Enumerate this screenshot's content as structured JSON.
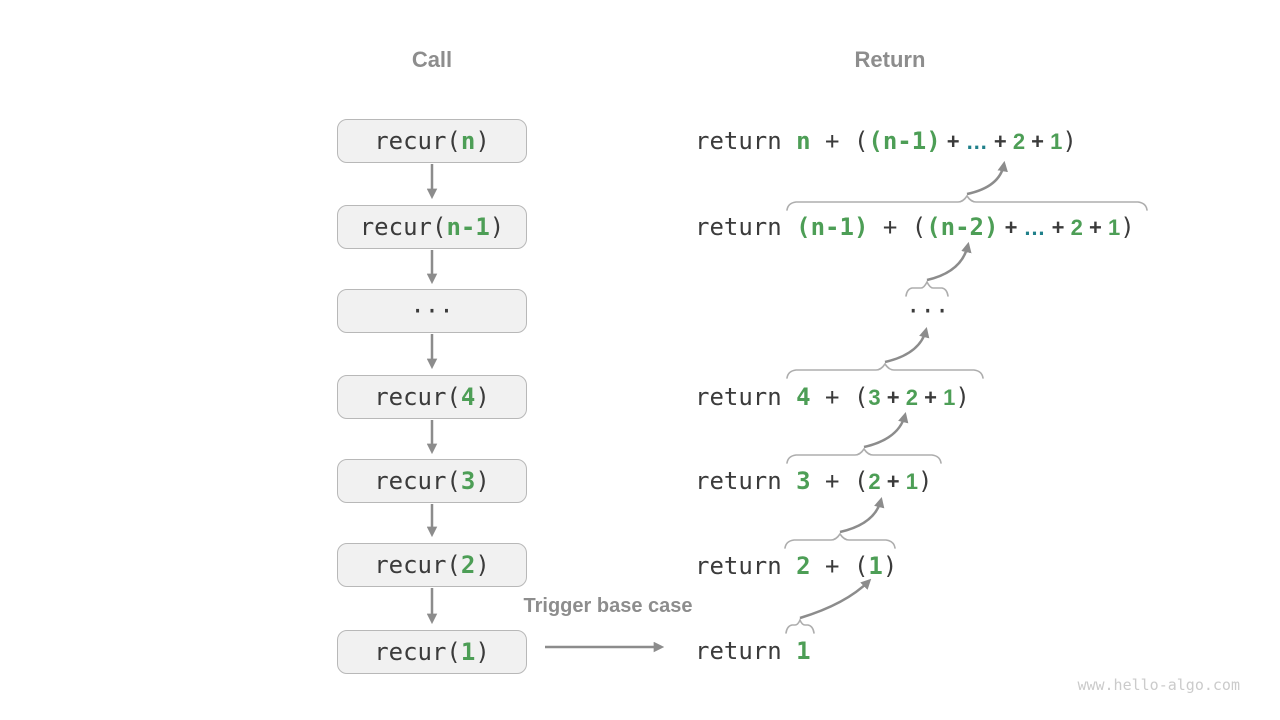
{
  "diagram": {
    "headers": {
      "call": "Call",
      "return": "Return"
    },
    "trigger_label": "Trigger base case",
    "watermark": "www.hello-algo.com",
    "colors": {
      "dark": "#3b3b3b",
      "green": "#4d9e56",
      "teal": "#20808a",
      "gray": "#8d8d8d",
      "arrow": "#8c8c8c",
      "brace": "#adadad",
      "boxfill": "#f1f1f1",
      "boxborder": "#b8b8b8",
      "wm": "#cbcbcb"
    },
    "rows": [
      {
        "name": "recur-n",
        "call": [
          {
            "t": "recur(",
            "c": "dark"
          },
          {
            "t": "n",
            "c": "green"
          },
          {
            "t": ")",
            "c": "dark"
          }
        ],
        "ret": [
          {
            "t": "return ",
            "c": "dark"
          },
          {
            "t": "n",
            "c": "green"
          },
          {
            "t": " + (",
            "c": "dark"
          },
          {
            "t": "(n-1)",
            "c": "green"
          },
          {
            "t": " + ",
            "c": "dark",
            "f": "t"
          },
          {
            "t": "…",
            "c": "teal",
            "f": "t"
          },
          {
            "t": " + ",
            "c": "dark",
            "f": "t"
          },
          {
            "t": "2",
            "c": "green",
            "f": "t"
          },
          {
            "t": " + ",
            "c": "dark",
            "f": "t"
          },
          {
            "t": "1",
            "c": "green",
            "f": "t"
          },
          {
            "t": ")",
            "c": "dark"
          }
        ]
      },
      {
        "name": "recur-n-1",
        "call": [
          {
            "t": "recur(",
            "c": "dark"
          },
          {
            "t": "n-1",
            "c": "green"
          },
          {
            "t": ")",
            "c": "dark"
          }
        ],
        "ret": [
          {
            "t": "return ",
            "c": "dark"
          },
          {
            "t": "(n-1)",
            "c": "green"
          },
          {
            "t": " + (",
            "c": "dark"
          },
          {
            "t": "(n-2)",
            "c": "green"
          },
          {
            "t": " + ",
            "c": "dark",
            "f": "t"
          },
          {
            "t": "…",
            "c": "teal",
            "f": "t"
          },
          {
            "t": " + ",
            "c": "dark",
            "f": "t"
          },
          {
            "t": "2",
            "c": "green",
            "f": "t"
          },
          {
            "t": " + ",
            "c": "dark",
            "f": "t"
          },
          {
            "t": "1",
            "c": "green",
            "f": "t"
          },
          {
            "t": ")",
            "c": "dark"
          }
        ]
      },
      {
        "name": "ellipsis",
        "call": [
          {
            "t": "···",
            "c": "dark"
          }
        ],
        "ret": [
          {
            "t": "···",
            "c": "dark"
          }
        ]
      },
      {
        "name": "recur-4",
        "call": [
          {
            "t": "recur(",
            "c": "dark"
          },
          {
            "t": "4",
            "c": "green"
          },
          {
            "t": ")",
            "c": "dark"
          }
        ],
        "ret": [
          {
            "t": "return ",
            "c": "dark"
          },
          {
            "t": "4",
            "c": "green"
          },
          {
            "t": " + (",
            "c": "dark"
          },
          {
            "t": "3",
            "c": "green",
            "f": "t"
          },
          {
            "t": " + ",
            "c": "dark",
            "f": "t"
          },
          {
            "t": "2",
            "c": "green",
            "f": "t"
          },
          {
            "t": " + ",
            "c": "dark",
            "f": "t"
          },
          {
            "t": "1",
            "c": "green",
            "f": "t"
          },
          {
            "t": ")",
            "c": "dark"
          }
        ]
      },
      {
        "name": "recur-3",
        "call": [
          {
            "t": "recur(",
            "c": "dark"
          },
          {
            "t": "3",
            "c": "green"
          },
          {
            "t": ")",
            "c": "dark"
          }
        ],
        "ret": [
          {
            "t": "return ",
            "c": "dark"
          },
          {
            "t": "3",
            "c": "green"
          },
          {
            "t": " + (",
            "c": "dark"
          },
          {
            "t": "2",
            "c": "green",
            "f": "t"
          },
          {
            "t": " + ",
            "c": "dark",
            "f": "t"
          },
          {
            "t": "1",
            "c": "green",
            "f": "t"
          },
          {
            "t": ")",
            "c": "dark"
          }
        ]
      },
      {
        "name": "recur-2",
        "call": [
          {
            "t": "recur(",
            "c": "dark"
          },
          {
            "t": "2",
            "c": "green"
          },
          {
            "t": ")",
            "c": "dark"
          }
        ],
        "ret": [
          {
            "t": "return ",
            "c": "dark"
          },
          {
            "t": "2",
            "c": "green"
          },
          {
            "t": " + (",
            "c": "dark"
          },
          {
            "t": "1",
            "c": "green"
          },
          {
            "t": ")",
            "c": "dark"
          }
        ]
      },
      {
        "name": "recur-1",
        "call": [
          {
            "t": "recur(",
            "c": "dark"
          },
          {
            "t": "1",
            "c": "green"
          },
          {
            "t": ")",
            "c": "dark"
          }
        ],
        "ret": [
          {
            "t": "return ",
            "c": "dark"
          },
          {
            "t": "1",
            "c": "green"
          }
        ]
      }
    ]
  }
}
